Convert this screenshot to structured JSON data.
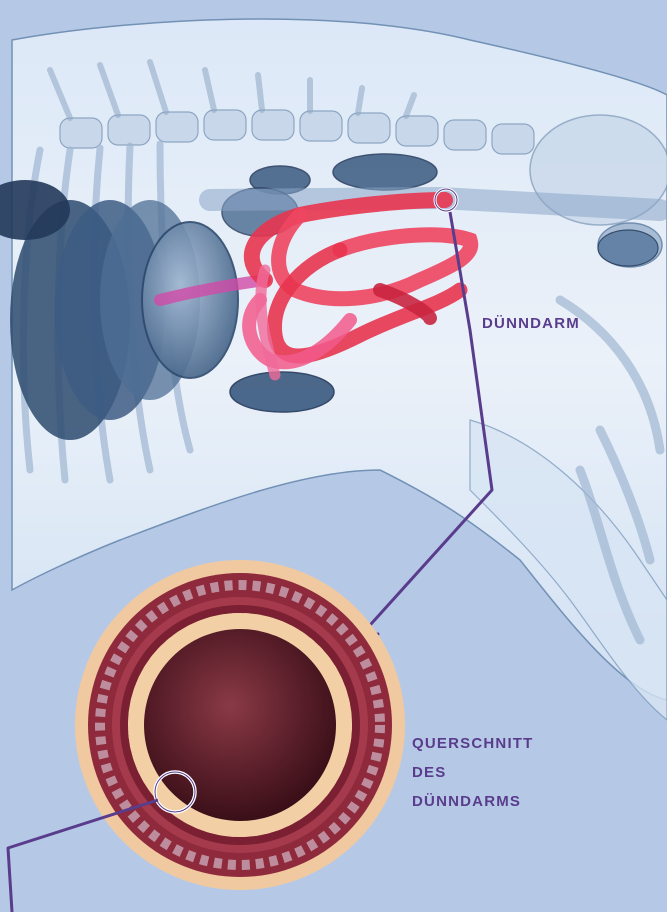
{
  "labels": {
    "small_intestine": "DÜNNDARM",
    "cross_section_line1": "QUERSCHNITT",
    "cross_section_line2": "DES",
    "cross_section_line3": "DÜNNDARMS"
  },
  "colors": {
    "background": "#b5c9e6",
    "body": "#e4eef9",
    "body_outline": "#6f8fb3",
    "skeleton": "#9fb6d2",
    "organs_dark": "#2d4a6e",
    "intestine": "#e8344f",
    "intestine_highlight": "#f25a8c",
    "pointer_line": "#5a3c8c",
    "cross_section_outer": "#f0c9a0",
    "cross_section_muscle": "#8e2a3c",
    "cross_section_lumen": "#4a1620",
    "villi": "#f3cfa6",
    "label_text": "#5a3c8c"
  }
}
